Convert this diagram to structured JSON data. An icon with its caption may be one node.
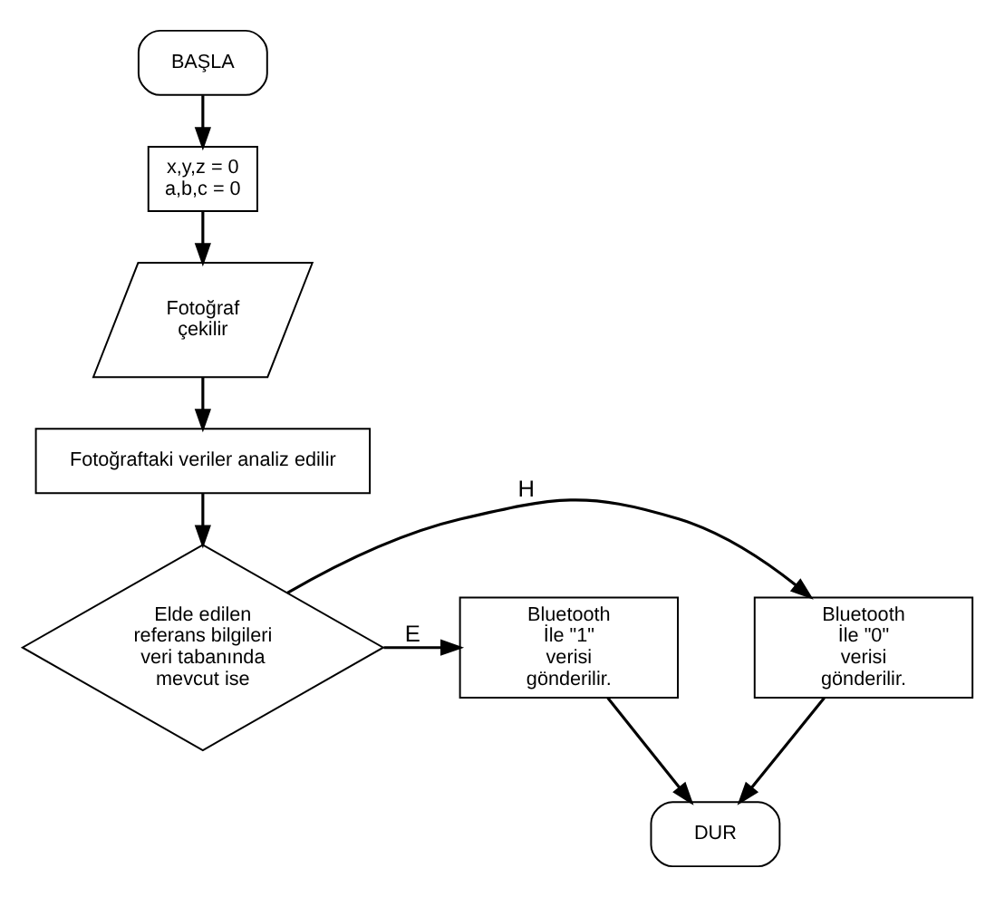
{
  "diagram": {
    "nodes": [
      {
        "text": [
          "BAŞLA"
        ]
      },
      {
        "text": [
          "x,y,z = 0",
          "a,b,c = 0"
        ]
      },
      {
        "text": [
          "Fotoğraf çekilir"
        ]
      },
      {
        "text": [
          "Fotoğraftaki veriler analiz edilir"
        ]
      },
      {
        "text": [
          "Elde edilen referans bilgileri veri tabanında mevcut ise"
        ]
      },
      {
        "text": [
          "Bluetooth İle \"0\" verisi gönderilir."
        ]
      },
      {
        "text": [
          "Bluetooth İle \"1\" verisi gönderilir."
        ]
      },
      {
        "text": [
          "DUR"
        ]
      }
    ],
    "edges": [
      {
        "from": 0,
        "to": 1,
        "arrow": "to"
      },
      {
        "from": 1,
        "to": 2,
        "arrow": "to"
      },
      {
        "from": 2,
        "to": 3,
        "arrow": "to"
      },
      {
        "from": 3,
        "to": 4,
        "arrow": "to"
      },
      {
        "from": 4,
        "to": 5,
        "arrow": "to",
        "label": "H"
      },
      {
        "from": 4,
        "to": 6,
        "arrow": "to",
        "label": "E"
      },
      {
        "from": 5,
        "to": 7,
        "arrow": "to"
      },
      {
        "from": 6,
        "to": 7,
        "arrow": "to"
      }
    ]
  }
}
